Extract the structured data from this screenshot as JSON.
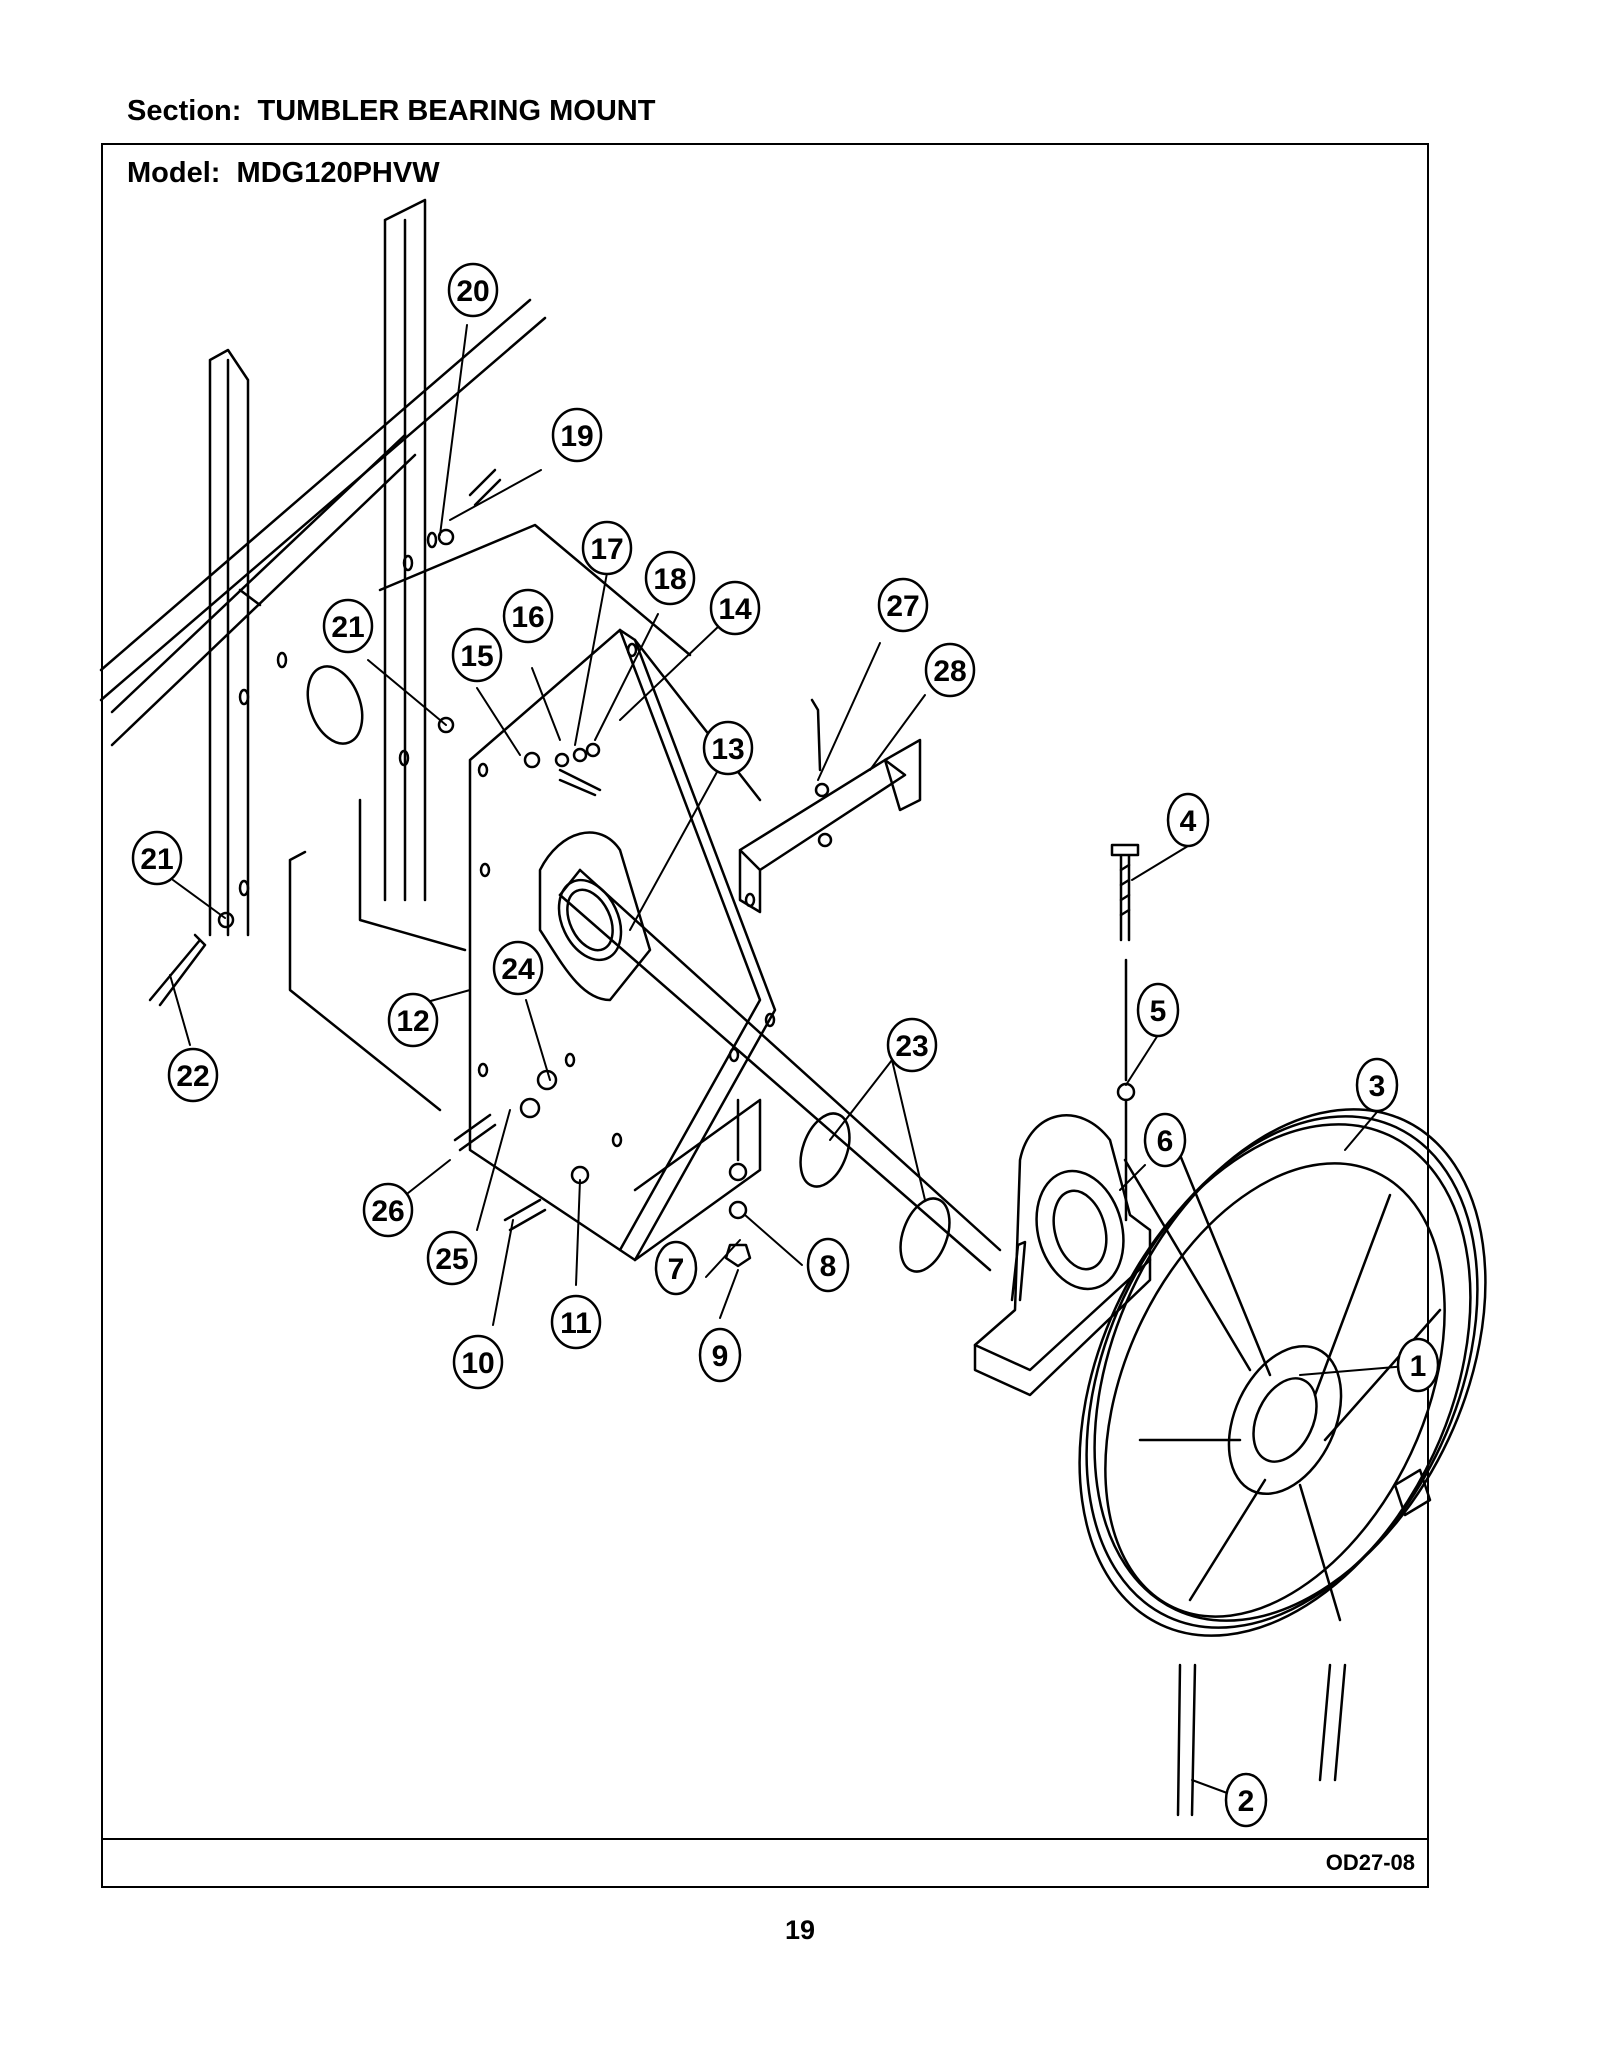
{
  "header": {
    "section": "Section:  TUMBLER BEARING MOUNT"
  },
  "frame": {
    "model": "Model:  MDG120PHVW",
    "drawing_code": "OD27-08"
  },
  "page_number": "19",
  "callouts": [
    "1",
    "2",
    "3",
    "4",
    "5",
    "6",
    "7",
    "8",
    "9",
    "10",
    "11",
    "12",
    "13",
    "14",
    "15",
    "16",
    "17",
    "18",
    "19",
    "20",
    "21",
    "21",
    "22",
    "23",
    "24",
    "25",
    "26",
    "27",
    "28"
  ]
}
